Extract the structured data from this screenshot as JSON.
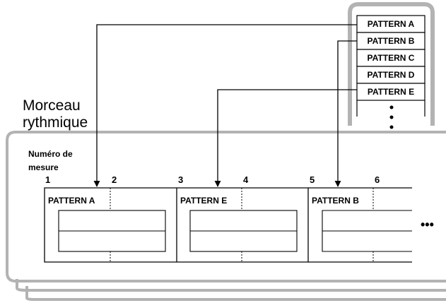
{
  "song_label": [
    "Morceau",
    "rythmique"
  ],
  "measure_label": [
    "Numéro de",
    "mesure"
  ],
  "pattern_list": [
    "PATTERN A",
    "PATTERN B",
    "PATTERN C",
    "PATTERN D",
    "PATTERN E"
  ],
  "measure_numbers": [
    "1",
    "2",
    "3",
    "4",
    "5",
    "6"
  ],
  "track_patterns": [
    "PATTERN A",
    "PATTERN E",
    "PATTERN B"
  ],
  "continuation": "•••",
  "colors": {
    "frame": "#b3b3b3",
    "line": "#000000"
  }
}
